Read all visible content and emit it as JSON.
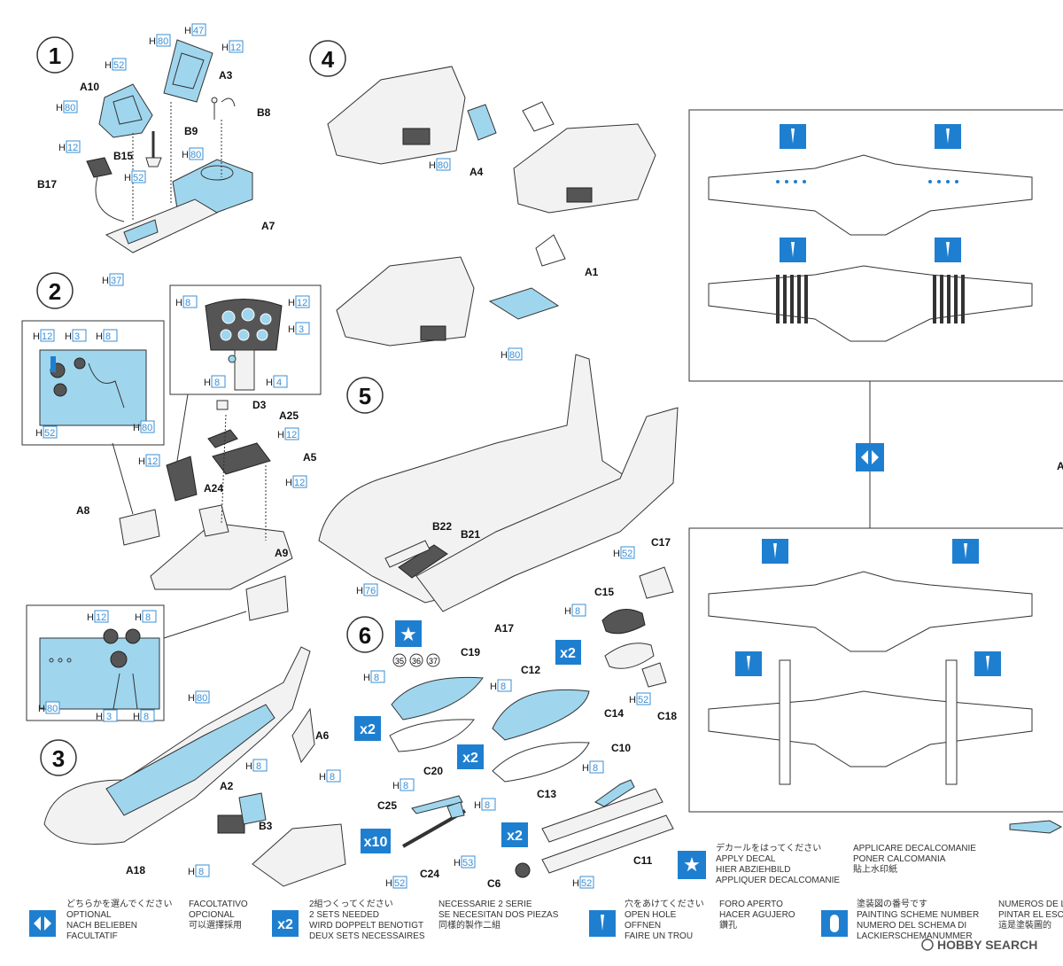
{
  "steps": {
    "s1": "1",
    "s2": "2",
    "s3": "3",
    "s4": "4",
    "s5": "5",
    "s6": "6"
  },
  "colors": {
    "paint_blue": "#9fd6ee",
    "symbol_blue": "#1e7fd0",
    "dark_gray": "#555555"
  },
  "paint_prefix": "H",
  "paints": {
    "p80": "80",
    "p47": "47",
    "p12": "12",
    "p52": "52",
    "p37": "37",
    "p8": "8",
    "p3": "3",
    "p4": "4",
    "p76": "76",
    "p53": "53"
  },
  "parts": {
    "A10": "A10",
    "A3": "A3",
    "B8": "B8",
    "B9": "B9",
    "B15": "B15",
    "B17": "B17",
    "A7": "A7",
    "A4": "A4",
    "A1": "A1",
    "D3": "D3",
    "A25": "A25",
    "A5": "A5",
    "A24": "A24",
    "A8": "A8",
    "A9": "A9",
    "A6": "A6",
    "A2": "A2",
    "B3": "B3",
    "A18": "A18",
    "B22": "B22",
    "B21": "B21",
    "A17": "A17",
    "C17": "C17",
    "C15": "C15",
    "C14": "C14",
    "C18": "C18",
    "C19": "C19",
    "C20": "C20",
    "C12": "C12",
    "C13": "C13",
    "C10": "C10",
    "C11": "C11",
    "C25": "C25",
    "C24": "C24",
    "C6": "C6",
    "d35": "35",
    "d36": "36",
    "d37": "37",
    "x2": "x2",
    "x10": "x10",
    "A_edge": "A"
  },
  "legend": {
    "decal": {
      "jp": "デカールをはってください",
      "en": "APPLY DECAL",
      "de": "HIER ABZIEHBILD",
      "fr": "APPLIQUER DECALCOMANIE",
      "it": "APPLICARE DECALCOMANIE",
      "es": "PONER CALCOMANIA",
      "cn": "貼上水印紙"
    },
    "optional": {
      "jp": "どちらかを選んでください",
      "en": "OPTIONAL",
      "de": "NACH BELIEBEN",
      "fr": "FACULTATIF",
      "it": "FACOLTATIVO",
      "es": "OPCIONAL",
      "cn": "可以選擇採用"
    },
    "sets": {
      "jp": "2組つくってください",
      "en": "2 SETS NEEDED",
      "de": "WIRD DOPPELT BENOTIGT",
      "fr": "DEUX SETS NECESSAIRES",
      "it": "NECESSARIE 2 SERIE",
      "es": "SE NECESITAN DOS PIEZAS",
      "cn": "同樣的製作二組"
    },
    "hole": {
      "jp": "穴をあけてください",
      "en": "OPEN HOLE",
      "de": "OFFNEN",
      "fr": "FAIRE UN TROU",
      "it": "FORO APERTO",
      "es": "HACER AGUJERO",
      "cn": "鑽孔"
    },
    "scheme": {
      "jp": "塗装図の番号です",
      "en": "PAINTING SCHEME NUMBER",
      "es": "NUMERO DEL SCHEMA DI",
      "de": "LACKIERSCHEMANUMMER",
      "it": "NUMEROS DE L",
      "it2": "PINTAR EL ESC",
      "cn": "這是塗裝圖的"
    }
  },
  "watermark": "HOBBY SEARCH"
}
